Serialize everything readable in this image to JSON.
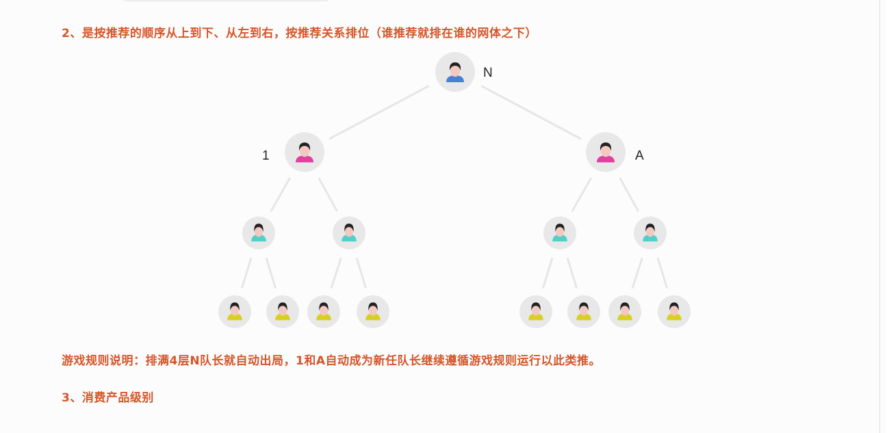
{
  "section2": {
    "title": "2、是按推荐的顺序从上到下、从左到右，按推荐关系排位（谁推荐就排在谁的网体之下）"
  },
  "tree": {
    "root": {
      "label": "N",
      "color": "#4a7fd6"
    },
    "left": {
      "label": "1",
      "color": "#e040a0"
    },
    "right": {
      "label": "A",
      "color": "#e040a0"
    },
    "level3_color": "#4fd0c8",
    "level4_color": "#d8d020",
    "line_color": "#e6e6e6",
    "circle_color": "#e8e8e8"
  },
  "rules": {
    "text": "游戏规则说明：排满4层N队长就自动出局，1和A自动成为新任队长继续遵循游戏规则运行以此类推。"
  },
  "section3": {
    "title": "3、消费产品级别"
  },
  "accent_color": "#d4562a"
}
